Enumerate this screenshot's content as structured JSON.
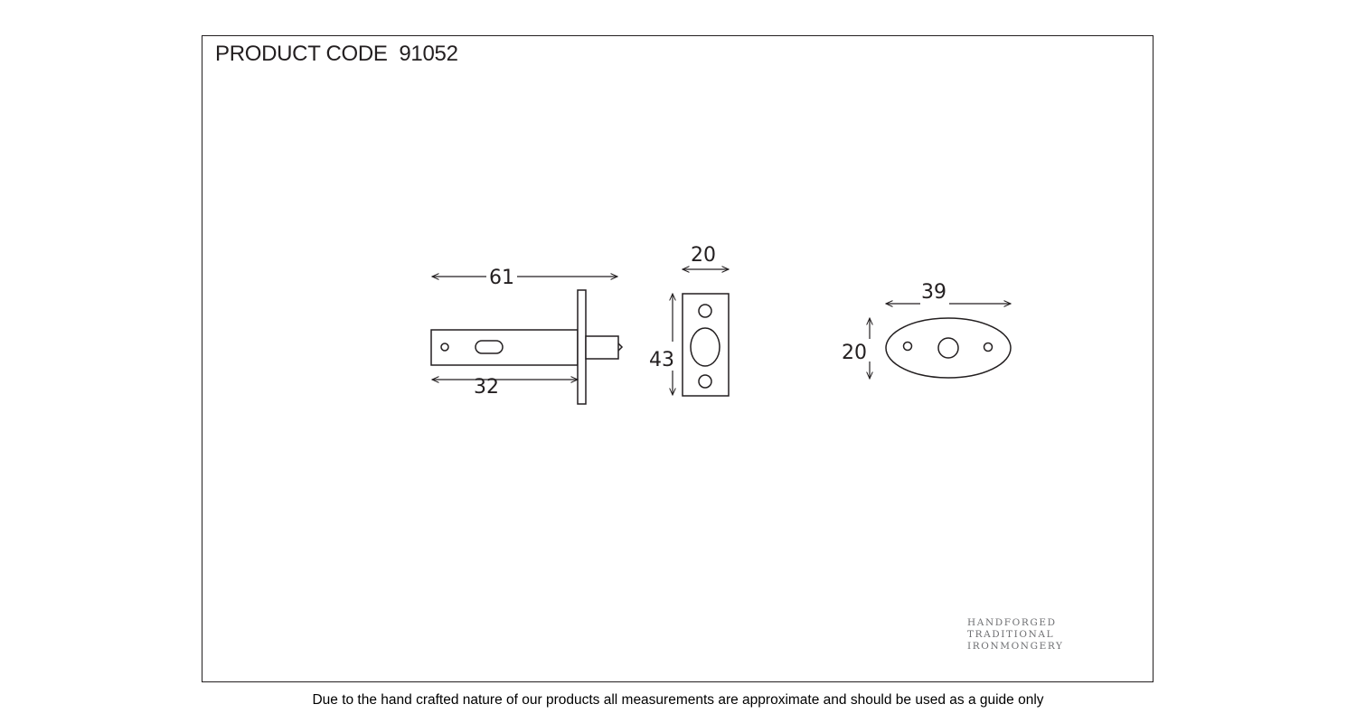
{
  "header": {
    "product_code": "PRODUCT CODE  91052"
  },
  "dimensions": {
    "latch_overall": "61",
    "latch_body": "32",
    "forend_width": "20",
    "forend_height": "43",
    "striker_width": "39",
    "striker_height": "20"
  },
  "brand": {
    "line1": "HANDFORGED",
    "line2": "TRADITIONAL",
    "line3": "IRONMONGERY"
  },
  "footer": {
    "disclaimer": "Due to the hand crafted nature of our products all measurements are approximate and should be used as a guide only"
  },
  "colors": {
    "ink": "#231f20",
    "brand_grey": "#6d6e71"
  }
}
